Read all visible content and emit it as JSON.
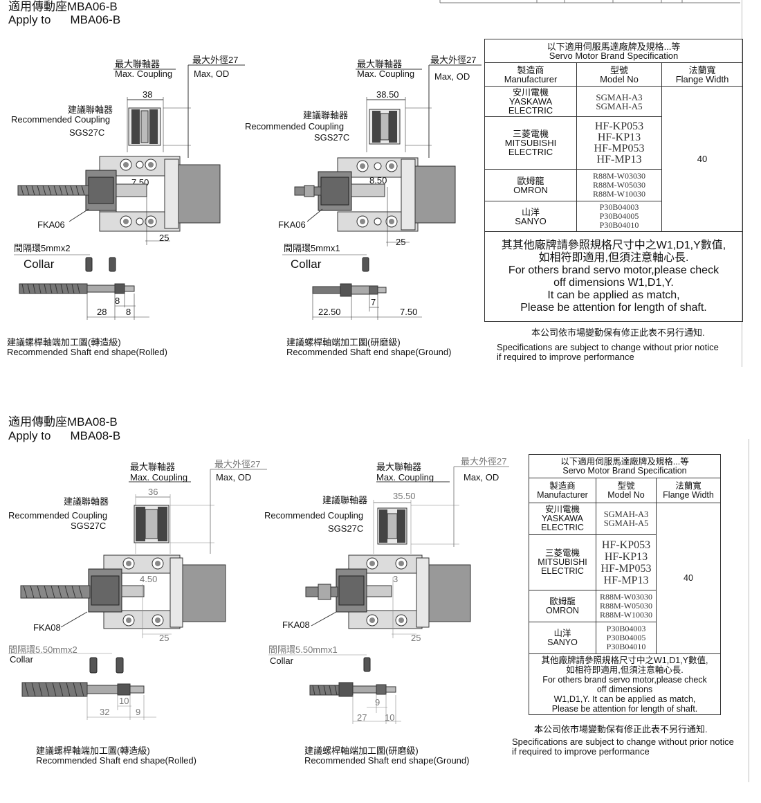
{
  "sections": [
    {
      "title_zh": "適用傳動座MBA06-B",
      "title_en": "Apply to",
      "title_model": "MBA06-B",
      "left": {
        "max_coupling_zh": "最大聯軸器",
        "max_coupling_en": "Max. Coupling",
        "max_od_zh": "最大外徑27",
        "max_od_en": "Max, OD",
        "coupling_width": "38",
        "rec_coupling_zh": "建議聯軸器",
        "rec_coupling_en": "Recommended Coupling",
        "rec_coupling_model": "SGS27C",
        "dim_inner": "7.50",
        "dim_bottom": "25",
        "fixed_unit": "FKA06",
        "collar_zh": "間隔環5mmx2",
        "collar_en": "Collar",
        "shaft_dims": [
          "8",
          "28",
          "8"
        ],
        "caption_zh": "建議螺桿軸端加工圖(轉造級)",
        "caption_en": "Recommended Shaft end shape(Rolled)"
      },
      "right": {
        "max_coupling_zh": "最大聯軸器",
        "max_coupling_en": "Max. Coupling",
        "max_od_zh": "最大外徑27",
        "max_od_en": "Max, OD",
        "coupling_width": "38.50",
        "rec_coupling_zh": "建議聯軸器",
        "rec_coupling_en": "Recommended Coupling",
        "rec_coupling_model": "SGS27C",
        "dim_inner": "8.50",
        "dim_bottom": "25",
        "fixed_unit": "FKA06",
        "collar_zh": "間隔環5mmx1",
        "collar_en": "Collar",
        "shaft_dims": [
          "7",
          "22.50",
          "7.50"
        ],
        "caption_zh": "建議螺桿軸端加工圖(研磨級)",
        "caption_en": "Recommended Shaft end shape(Ground)"
      },
      "table": {
        "header_zh": "以下適用伺服馬達廠牌及規格...等",
        "header_en": "Servo Motor Brand Specification",
        "col_manufacturer_zh": "製造商",
        "col_manufacturer_en": "Manufacturer",
        "col_model_zh": "型號",
        "col_model_en": "Model No",
        "col_flange_zh": "法蘭寬",
        "col_flange_en": "Flange Width",
        "flange_value": "40",
        "rows": [
          {
            "name_zh": "安川電機",
            "name_en1": "YASKAWA",
            "name_en2": "ELECTRIC",
            "models": [
              "SGMAH-A3",
              "SGMAH-A5"
            ]
          },
          {
            "name_zh": "三菱電機",
            "name_en1": "MITSUBISHI",
            "name_en2": "ELECTRIC",
            "models": [
              "HF-KP053",
              "HF-KP13",
              "HF-MP053",
              "HF-MP13"
            ]
          },
          {
            "name_zh": "歐姆龍",
            "name_en1": "OMRON",
            "name_en2": "",
            "models": [
              "R88M-W03030",
              "R88M-W05030",
              "R88M-W10030"
            ]
          },
          {
            "name_zh": "山洋",
            "name_en1": "SANYO",
            "name_en2": "",
            "models": [
              "P30B04003",
              "P30B04005",
              "P30B04010"
            ]
          }
        ],
        "other_zh1": "其其他廠牌請參照規格尺寸中之W1,D1,Y數值,",
        "other_zh2": "如相符即適用,但須注意軸心長.",
        "other_en1": "For others brand servo motor,please check",
        "other_en2": "off dimensions W1,D1,Y.",
        "other_en3": "It can be applied as match,",
        "other_en4": "Please be attention for length of shaft.",
        "notice_zh": "本公司依市場變動保有修正此表不另行通知.",
        "notice_en1": "Specifications are subject to change without prior notice",
        "notice_en2": " if required to improve performance"
      }
    },
    {
      "title_zh": "適用傳動座MBA08-B",
      "title_en": "Apply to",
      "title_model": "MBA08-B",
      "left": {
        "max_coupling_zh": "最大聯軸器",
        "max_coupling_en": "Max. Coupling",
        "max_od_zh": "最大外徑27",
        "max_od_en": "Max, OD",
        "coupling_width": "36",
        "rec_coupling_zh": "建議聯軸器",
        "rec_coupling_en": "Recommended Coupling",
        "rec_coupling_model": "SGS27C",
        "dim_inner": "4.50",
        "dim_bottom": "25",
        "fixed_unit": "FKA08",
        "collar_zh": "間隔環5.50mmx2",
        "collar_en": "Collar",
        "shaft_dims": [
          "10",
          "32",
          "9"
        ],
        "caption_zh": "建議螺桿軸端加工圖(轉造級)",
        "caption_en": "Recommended Shaft end shape(Rolled)"
      },
      "right": {
        "max_coupling_zh": "最大聯軸器",
        "max_coupling_en": "Max. Coupling",
        "max_od_zh": "最大外徑27",
        "max_od_en": "Max, OD",
        "coupling_width": "35.50",
        "rec_coupling_zh": "建議聯軸器",
        "rec_coupling_en": "Recommended Coupling",
        "rec_coupling_model": "SGS27C",
        "dim_inner": "3",
        "dim_bottom": "25",
        "fixed_unit": "FKA08",
        "collar_zh": "間隔環5.50mmx1",
        "collar_en": "Collar",
        "shaft_dims": [
          "9",
          "27",
          "10"
        ],
        "caption_zh": "建議螺桿軸端加工圖(研磨級)",
        "caption_en": "Recommended Shaft end shape(Ground)"
      },
      "table": {
        "header_zh": "以下適用伺服馬達廠牌及規格...等",
        "header_en": "Servo Motor Brand Specification",
        "col_manufacturer_zh": "製造商",
        "col_manufacturer_en": "Manufacturer",
        "col_model_zh": "型號",
        "col_model_en": "Model No",
        "col_flange_zh": "法蘭寬",
        "col_flange_en": "Flange Width",
        "flange_value": "40",
        "rows": [
          {
            "name_zh": "安川電機",
            "name_en1": "YASKAWA",
            "name_en2": "ELECTRIC",
            "models": [
              "SGMAH-A3",
              "SGMAH-A5"
            ]
          },
          {
            "name_zh": "三菱電機",
            "name_en1": "MITSUBISHI",
            "name_en2": "ELECTRIC",
            "models": [
              "HF-KP053",
              "HF-KP13",
              "HF-MP053",
              "HF-MP13"
            ]
          },
          {
            "name_zh": "歐姆龍",
            "name_en1": "OMRON",
            "name_en2": "",
            "models": [
              "R88M-W03030",
              "R88M-W05030",
              "R88M-W10030"
            ]
          },
          {
            "name_zh": "山洋",
            "name_en1": "SANYO",
            "name_en2": "",
            "models": [
              "P30B04003",
              "P30B04005",
              "P30B04010"
            ]
          }
        ],
        "other_zh1": "其他廠牌請參照規格尺寸中之W1,D1,Y數值,",
        "other_zh2": "如相符即適用,但須注意軸心長.",
        "other_en1": "For others brand servo motor,please check",
        "other_en2": "off dimensions",
        "other_en3": "W1,D1,Y. It can be applied as match,",
        "other_en4": "Please be attention for length of shaft.",
        "notice_zh": "本公司依市場變動保有修正此表不另行通知.",
        "notice_en1": "Specifications are subject to change without prior notice",
        "notice_en2": " if required to improve performance"
      }
    }
  ]
}
